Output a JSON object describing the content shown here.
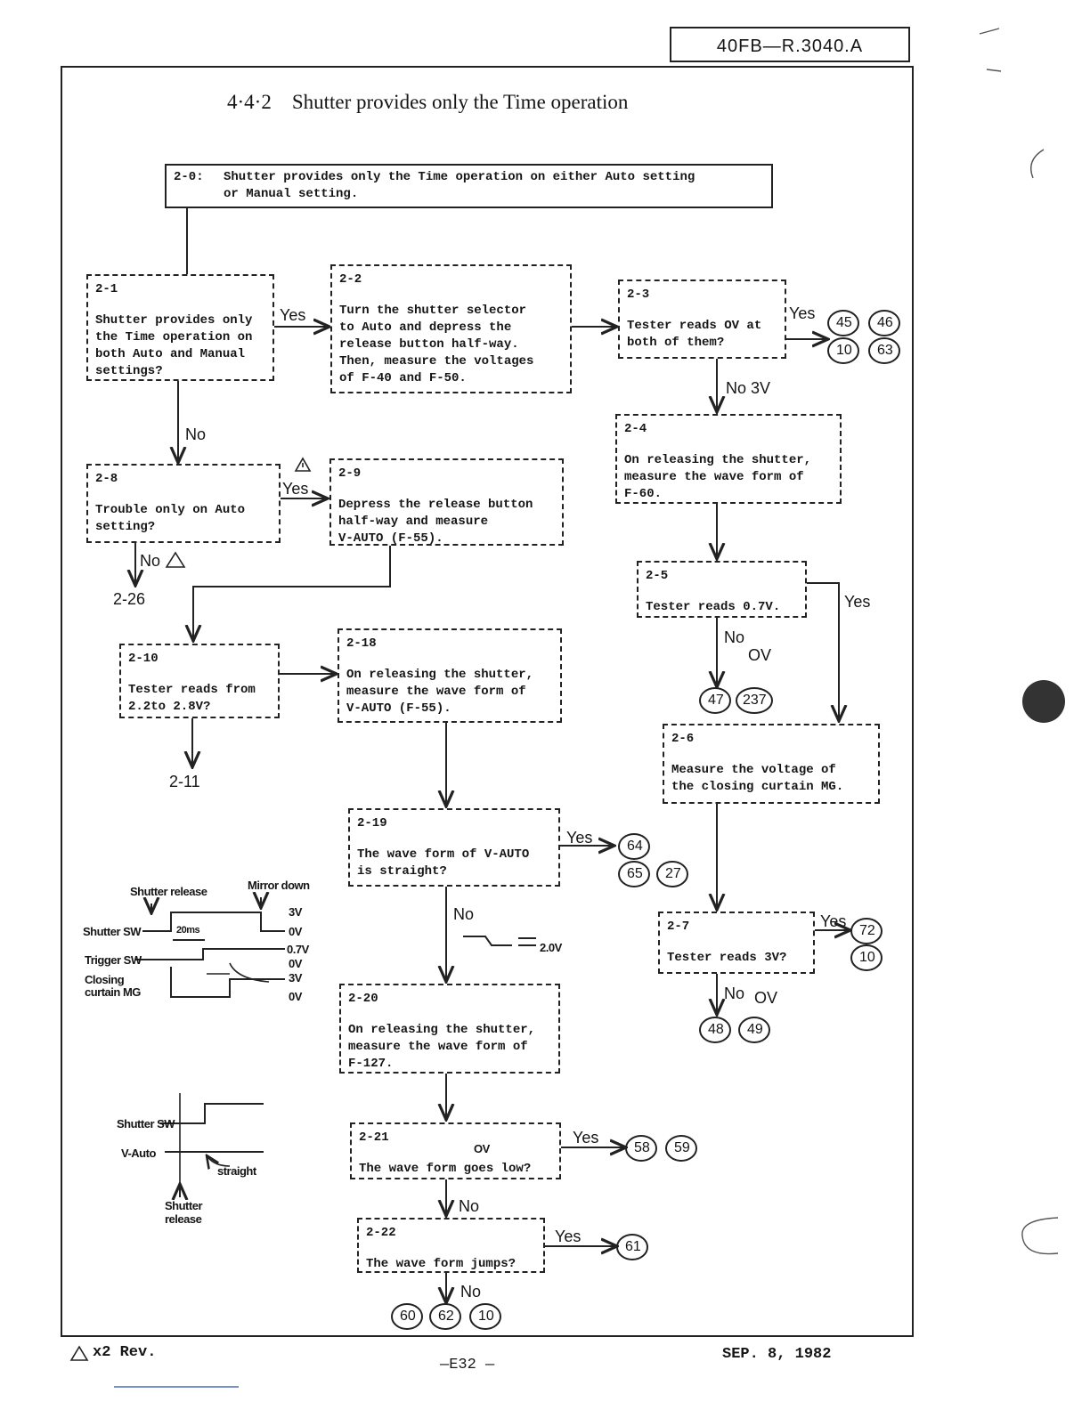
{
  "header": {
    "doc_id": "40FB—R.3040.A",
    "section": "4·4·2",
    "title": "Shutter provides only the Time operation"
  },
  "steps": {
    "s20": {
      "id": "2-0:",
      "text": "Shutter provides only the Time operation on either Auto setting\nor Manual setting."
    },
    "s21": {
      "id": "2-1",
      "text": "Shutter provides only\nthe Time operation on\nboth Auto and Manual\nsettings?"
    },
    "s22": {
      "id": "2-2",
      "text": "Turn the shutter selector\nto Auto and depress the\nrelease button half-way.\nThen, measure the voltages\nof F-40 and F-50."
    },
    "s23": {
      "id": "2-3",
      "text": "Tester reads OV at\nboth of them?"
    },
    "s24": {
      "id": "2-4",
      "text": "On releasing the shutter,\nmeasure the wave form of\nF-60."
    },
    "s25": {
      "id": "2-5",
      "text": "Tester reads 0.7V."
    },
    "s26": {
      "id": "2-6",
      "text": "Measure the voltage of\nthe closing curtain MG."
    },
    "s27": {
      "id": "2-7",
      "text": "Tester reads 3V?"
    },
    "s28": {
      "id": "2-8",
      "text": "Trouble only on Auto\nsetting?"
    },
    "s29": {
      "id": "2-9",
      "text": "Depress the release button\nhalf-way and measure\nV-AUTO (F-55)."
    },
    "s210": {
      "id": "2-10",
      "text": "Tester reads from\n2.2to 2.8V?"
    },
    "s218": {
      "id": "2-18",
      "text": "On releasing the shutter,\nmeasure the wave form of\nV-AUTO (F-55)."
    },
    "s219": {
      "id": "2-19",
      "text": "The wave form of V-AUTO\nis straight?"
    },
    "s220": {
      "id": "2-20",
      "text": "On releasing the shutter,\nmeasure the wave form of\nF-127."
    },
    "s221": {
      "id": "2-21",
      "text": "The wave form goes low?"
    },
    "s222": {
      "id": "2-22",
      "text": "The wave form jumps?"
    }
  },
  "labels": {
    "yes": "Yes",
    "no": "No",
    "no_3v": "No  3V",
    "ov": "OV",
    "3v": "3V",
    "2_0v": "2.0V",
    "goto_226": "2-26",
    "goto_211": "2-11"
  },
  "refs": {
    "r23": [
      "45",
      "46",
      "10",
      "63"
    ],
    "r25": [
      "47",
      "237"
    ],
    "r27": [
      "72",
      "10"
    ],
    "r27no": [
      "48",
      "49"
    ],
    "r219": [
      "64",
      "65",
      "27"
    ],
    "r221": [
      "58",
      "59"
    ],
    "r222": [
      "61"
    ],
    "r222no": [
      "60",
      "62",
      "10"
    ]
  },
  "timing1": {
    "shutter_release": "Shutter release",
    "mirror_down": "Mirror down",
    "shutter_sw": "Shutter SW",
    "trigger_sw": "Trigger SW",
    "closing_mg": "Closing curtain MG",
    "t20ms": "20ms",
    "v3": "3V",
    "v0": "0V",
    "v07": "0.7V",
    "v0b": "0V",
    "v3b": "3V",
    "v0c": "0V"
  },
  "timing2": {
    "shutter_sw": "Shutter SW",
    "v_auto": "V-Auto",
    "straight": "straight",
    "shutter_release": "Shutter release"
  },
  "footer": {
    "rev": "x2 Rev.",
    "page": "—E32 —",
    "date": "SEP. 8, 1982"
  }
}
